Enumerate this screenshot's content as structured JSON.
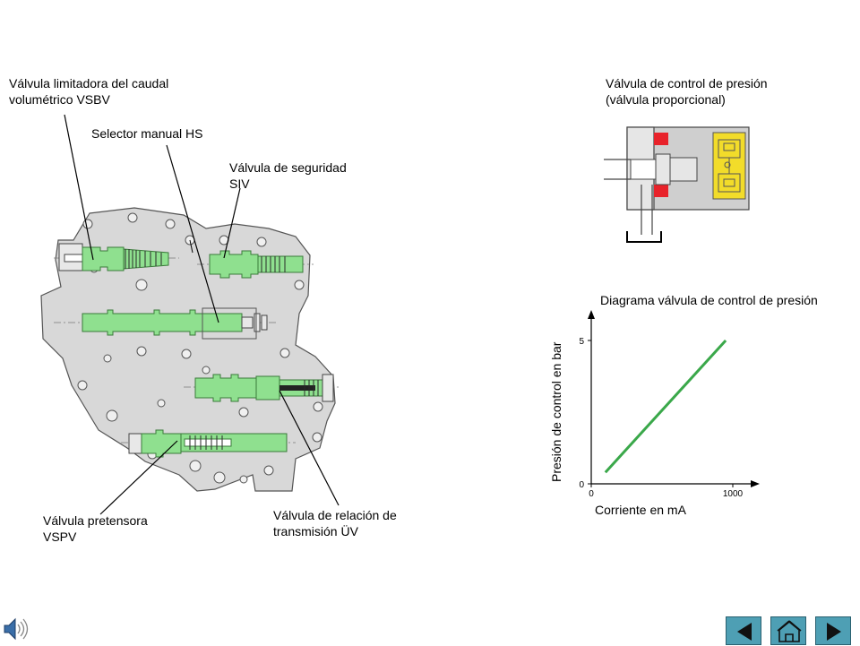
{
  "labels": {
    "vsbv": "Válvula limitadora del caudal\nvolumétrico VSBV",
    "hs": "Selector manual HS",
    "siv": "Válvula de seguridad\nSIV",
    "vspv": "Válvula pretensora\nVSPV",
    "uv": "Válvula de relación de\ntransmisión ÜV",
    "pcv": "Válvula de control de presión\n(válvula proporcional)"
  },
  "chart_data": {
    "type": "line",
    "title": "Diagrama válvula de control de presión",
    "xlabel": "Corriente en mA",
    "ylabel": "Presión de control en bar",
    "xlim": [
      0,
      1000
    ],
    "ylim": [
      0,
      5
    ],
    "xticks": [
      "0",
      "1000"
    ],
    "yticks": [
      "0",
      "5"
    ],
    "series": [
      {
        "color": "#3aa84a",
        "x": [
          100,
          950
        ],
        "y": [
          0.4,
          5.0
        ]
      }
    ]
  },
  "colors": {
    "valve_green": "#8fe08f",
    "housing_gray": "#d8d8d8",
    "nav_blue": "#4e9fb4",
    "red": "#e8222a",
    "yellow": "#f2dc2a"
  },
  "nav": {
    "prev_icon": "triangle-left-icon",
    "home_icon": "home-icon",
    "next_icon": "triangle-right-icon",
    "audio_icon": "speaker-icon"
  }
}
